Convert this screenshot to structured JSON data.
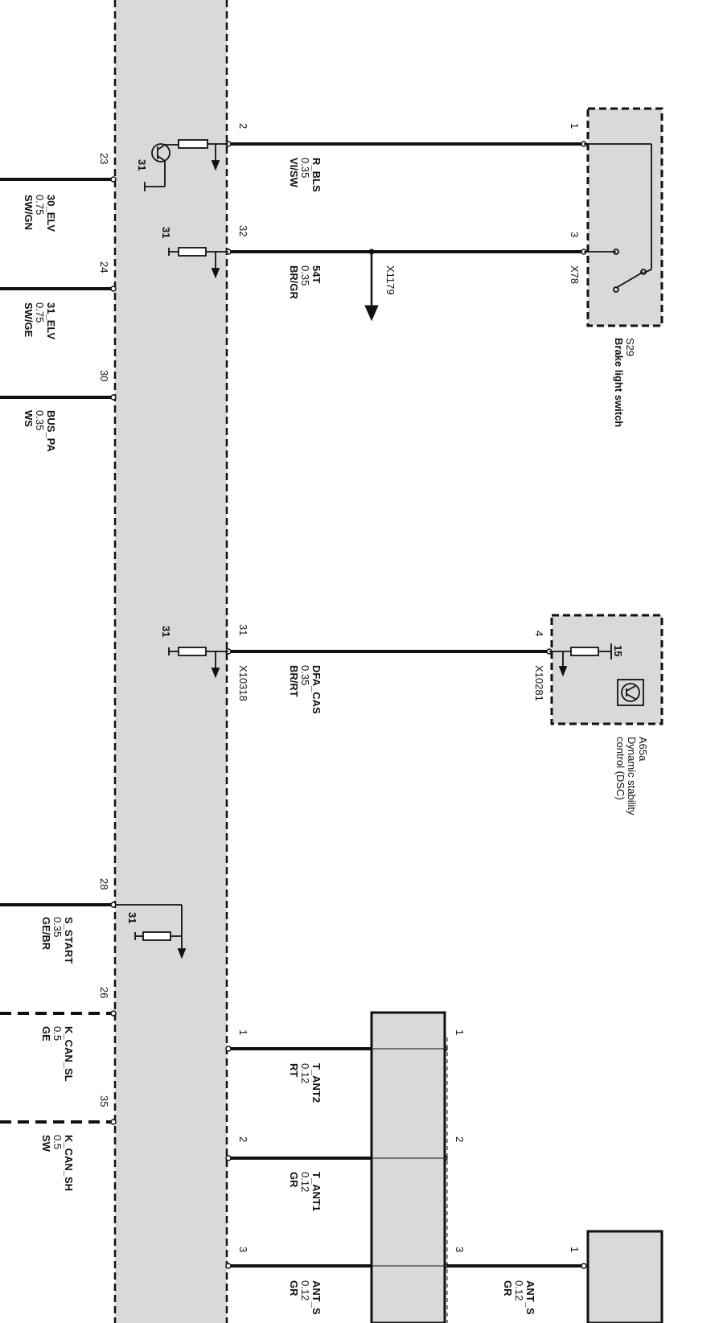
{
  "wires": [
    {
      "name": "R_BLS",
      "gauge": "0.35",
      "color": "VI/SW"
    },
    {
      "name": "54T",
      "gauge": "0.35",
      "color": "BR/GR"
    },
    {
      "name": "DFA_CAS",
      "gauge": "0.35",
      "color": "BR/RT"
    },
    {
      "name": "30_ELV",
      "gauge": "0.75",
      "color": "SW/GN"
    },
    {
      "name": "31_ELV",
      "gauge": "0.75",
      "color": "SW/GE"
    },
    {
      "name": "BUS_PA",
      "gauge": "0.35",
      "color": "WS"
    },
    {
      "name": "S_START",
      "gauge": "0.35",
      "color": "GE/BR"
    },
    {
      "name": "K_CAN_SL",
      "gauge": "0.5",
      "color": "GE"
    },
    {
      "name": "K_CAN_SH",
      "gauge": "0.5",
      "color": "SW"
    },
    {
      "name": "T_ANT2",
      "gauge": "0.12",
      "color": "RT"
    },
    {
      "name": "T_ANT1",
      "gauge": "0.12",
      "color": "GR"
    },
    {
      "name": "ANT_S",
      "gauge": "0.12",
      "color": "GR"
    },
    {
      "name": "ANT_S",
      "gauge": "0.12",
      "color": "GR"
    }
  ],
  "pins": {
    "p23": "23",
    "p24": "24",
    "p30": "30",
    "p28": "28",
    "p26": "26",
    "p35": "35",
    "p2": "2",
    "p32": "32",
    "p31": "31",
    "s29_1": "1",
    "s29_3": "3",
    "dsc_4": "4",
    "a1": "1",
    "a2": "2",
    "a3": "3",
    "b1": "1",
    "b2": "2",
    "b3": "3",
    "c1": "1",
    "gnd_a": "31",
    "gnd_b": "31",
    "gnd_c": "31",
    "gnd_d": "31",
    "dsc_15": "15"
  },
  "connectors": {
    "x1179": "X1179",
    "x78": "X78",
    "x10318": "X10318",
    "x10281": "X10281"
  },
  "components": {
    "s29": {
      "code": "S29",
      "label": "Brake light switch"
    },
    "a65a": {
      "code": "A65a",
      "label1": "Dynamic stability",
      "label2": "control (DSC)"
    }
  },
  "colors": {
    "module_fill": "#d9d9d9",
    "line": "#111111"
  }
}
